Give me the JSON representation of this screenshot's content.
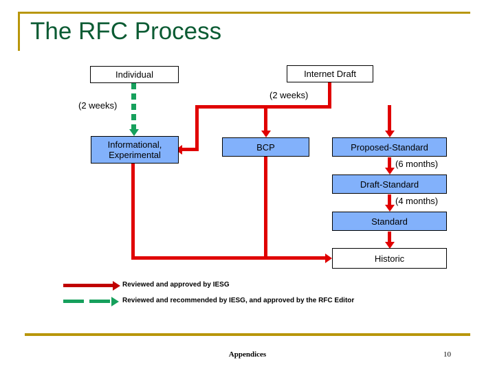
{
  "slide": {
    "title": "The RFC Process",
    "accent_color": "#B8960B",
    "title_color": "#0B5B33",
    "box_blue": "#82B1FB",
    "arrow_red": "#E00000",
    "arrow_green": "#16A05C"
  },
  "nodes": {
    "individual": "Individual",
    "internet_draft": "Internet Draft",
    "informational": "Informational, Experimental",
    "informational_line1": "Informational,",
    "informational_line2": "Experimental",
    "bcp": "BCP",
    "proposed_standard": "Proposed-Standard",
    "draft_standard": "Draft-Standard",
    "standard": "Standard",
    "historic": "Historic"
  },
  "durations": {
    "individual_to_informational": "(2 weeks)",
    "internet_draft_fanout": "(2 weeks)",
    "proposed_to_draft": "(6 months)",
    "draft_to_standard": "(4 months)"
  },
  "legend": {
    "items": [
      {
        "style": "solid-red",
        "label": "Reviewed and approved by IESG"
      },
      {
        "style": "dashed-green",
        "label": "Reviewed and recommended by IESG, and approved by the RFC Editor"
      }
    ]
  },
  "footer": {
    "section": "Appendices",
    "page_number": "10"
  }
}
